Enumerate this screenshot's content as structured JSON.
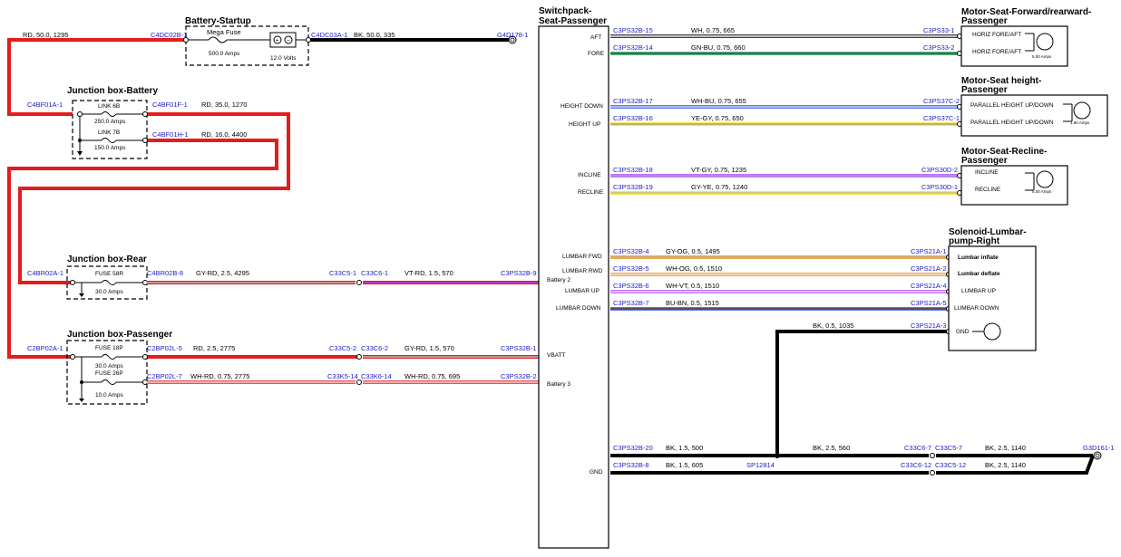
{
  "components": {
    "battery_startup": {
      "title": "Battery-Startup",
      "fuse_label": "Mega Fuse",
      "fuse_rating": "500.0 Amps",
      "battery_volts": "12.0 Volts"
    },
    "jb_battery": {
      "title": "Junction box-Battery",
      "link1": "LINK 6B",
      "link1_rating": "250.0 Amps",
      "link2": "LINK 7B",
      "link2_rating": "150.0 Amps"
    },
    "jb_rear": {
      "title": "Junction box-Rear",
      "fuse": "FUSE 58R",
      "rating": "30.0 Amps"
    },
    "jb_passenger": {
      "title": "Junction box-Passenger",
      "fuse1": "FUSE 18P",
      "fuse1_rating": "30.0 Amps",
      "fuse2": "FUSE 26P",
      "fuse2_rating": "10.0 Amps"
    },
    "switchpack": {
      "title_line1": "Switchpack-",
      "title_line2": "Seat-Passenger",
      "pins": [
        "AFT",
        "FORE",
        "HEIGHT DOWN",
        "HEIGHT UP",
        "INCLINE",
        "RECLINE",
        "LUMBAR FWD",
        "LUMBAR RWD",
        "Battery 2",
        "LUMBAR UP",
        "LUMBAR DOWN",
        "VBATT",
        "Battery 3",
        "GND"
      ]
    },
    "motor_fore": {
      "title_line1": "Motor-Seat-Forward/rearward-",
      "title_line2": "Passenger",
      "pin1": "HORIZ FORE/AFT",
      "pin2": "HORIZ FORE/AFT",
      "rating": "5.00 Amps"
    },
    "motor_height": {
      "title_line1": "Motor-Seat height-",
      "title_line2": "Passenger",
      "pin1": "PARALLEL HEIGHT UP/DOWN",
      "pin2": "PARALLEL HEIGHT UP/DOWN",
      "rating": "1.80 Amps"
    },
    "motor_recline": {
      "title_line1": "Motor-Seat-Recline-",
      "title_line2": "Passenger",
      "pin1": "INCLINE",
      "pin2": "RECLINE",
      "rating": "5.00 Amps"
    },
    "solenoid": {
      "title_line1": "Solenoid-Lumbar-",
      "title_line2": "pump-Right",
      "pin1": "Lumbar inflate",
      "pin2": "Lumbar deflate",
      "pin3": "LUMBAR UP",
      "pin4": "LUMBAR DOWN",
      "pin5": "GND"
    }
  },
  "wires": {
    "w1": {
      "left": "C4DC02B-1",
      "spec": "RD, 50.0, 1295"
    },
    "w2": {
      "left": "C4DC03A-1",
      "spec": "BK, 50.0, 335",
      "right": "G4D178-1"
    },
    "w3": {
      "left": "C4BF01A-1",
      "right": "C4BF01F-1",
      "spec": "RD, 35.0, 1270"
    },
    "w4": {
      "right": "C4BF01H-1",
      "spec": "RD, 16.0, 4400"
    },
    "w5": {
      "left": "C4BR02A-1",
      "mid": "C4BR02B-8",
      "spec1": "GY-RD, 2.5, 4295",
      "c1": "C33C5-1",
      "c2": "C33C6-1",
      "spec2": "VT-RD, 1.5, 570",
      "right": "C3PS32B-9"
    },
    "w6": {
      "left": "C2BP02A-1",
      "mid": "C2BP02L-5",
      "spec1": "RD, 2.5, 2775",
      "c1": "C33C5-2",
      "c2": "C33C6-2",
      "spec2": "GY-RD, 1.5, 570",
      "right": "C3PS32B-1"
    },
    "w7": {
      "mid": "C2BP02L-7",
      "spec1": "WH-RD, 0.75, 2775",
      "c1": "C33K5-14",
      "c2": "C33K6-14",
      "spec2": "WH-RD, 0.75, 695",
      "right": "C3PS32B-2"
    },
    "aft": {
      "left": "C3PS32B-15",
      "spec": "WH, 0.75, 665",
      "right": "C3PS33-1"
    },
    "fore": {
      "left": "C3PS32B-14",
      "spec": "GN-BU, 0.75, 660",
      "right": "C3PS33-2"
    },
    "hdown": {
      "left": "C3PS32B-17",
      "spec": "WH-BU, 0.75, 655",
      "right": "C3PS37C-2"
    },
    "hup": {
      "left": "C3PS32B-16",
      "spec": "YE-GY, 0.75, 650",
      "right": "C3PS37C-1"
    },
    "incline": {
      "left": "C3PS32B-18",
      "spec": "VT-GY, 0.75, 1235",
      "right": "C3PS30D-2"
    },
    "recline": {
      "left": "C3PS32B-19",
      "spec": "GY-YE, 0.75, 1240",
      "right": "C3PS30D-1"
    },
    "lfwd": {
      "left": "C3PS32B-4",
      "spec": "GY-OG, 0.5, 1495",
      "right": "C3PS21A-1"
    },
    "lrwd": {
      "left": "C3PS32B-5",
      "spec": "WH-OG, 0.5, 1510",
      "right": "C3PS21A-2"
    },
    "lup": {
      "left": "C3PS32B-6",
      "spec": "WH-VT, 0.5, 1510",
      "right": "C3PS21A-4"
    },
    "ldown": {
      "left": "C3PS32B-7",
      "spec": "BU-BN, 0.5, 1515",
      "right": "C3PS21A-5"
    },
    "sgnd": {
      "spec": "BK, 0.5, 1035",
      "right": "C3PS21A-3"
    },
    "gnd1": {
      "left": "C3PS32B-20",
      "spec1": "BK, 1.5, 500",
      "spec2": "BK, 2.5, 560",
      "c1": "C33C6-7",
      "c2": "C33C5-7",
      "spec3": "BK, 2.5, 1140",
      "right": "G3D161-1"
    },
    "gnd2": {
      "left": "C3PS32B-8",
      "spec1": "BK, 1.5, 605",
      "splice": "SP12814",
      "c1": "C33C6-12",
      "c2": "C33C5-12",
      "spec3": "BK, 2.5, 1140"
    }
  }
}
